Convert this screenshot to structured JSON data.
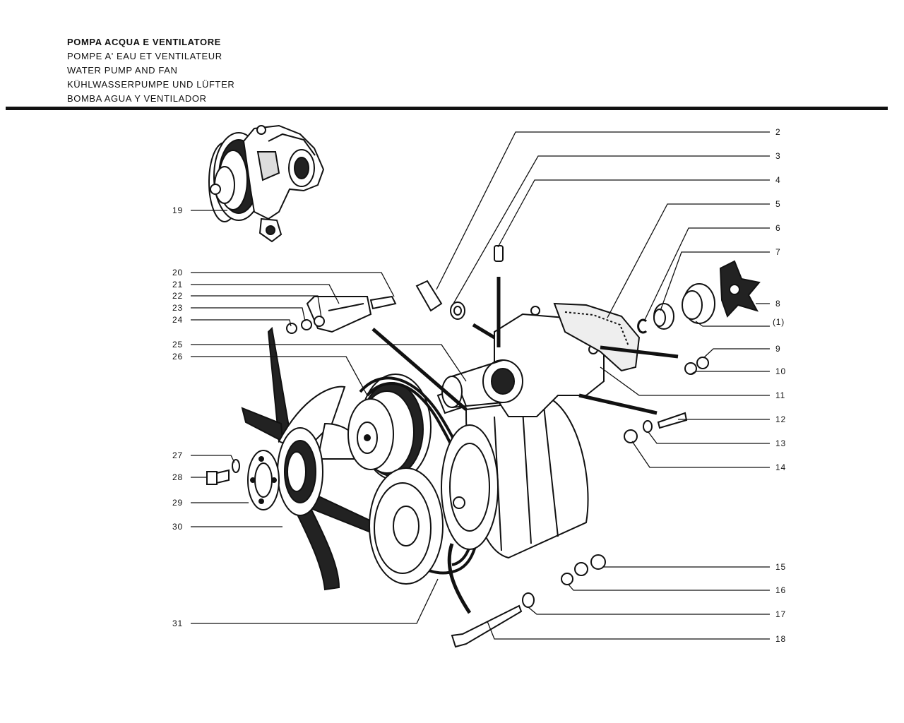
{
  "header": {
    "title_it": "POMPA ACQUA E VENTILATORE",
    "title_fr": "POMPE A' EAU ET VENTILATEUR",
    "title_en": "WATER PUMP AND FAN",
    "title_de": "KÜHLWASSERPUMPE UND LÜFTER",
    "title_es": "BOMBA AGUA Y VENTILADOR"
  },
  "callouts": {
    "left": [
      "19",
      "20",
      "21",
      "22",
      "23",
      "24",
      "25",
      "26",
      "27",
      "28",
      "29",
      "30",
      "31"
    ],
    "right": [
      "2",
      "3",
      "4",
      "5",
      "6",
      "7",
      "8",
      "(1)",
      "9",
      "10",
      "11",
      "12",
      "13",
      "14",
      "15",
      "16",
      "17",
      "18"
    ]
  }
}
